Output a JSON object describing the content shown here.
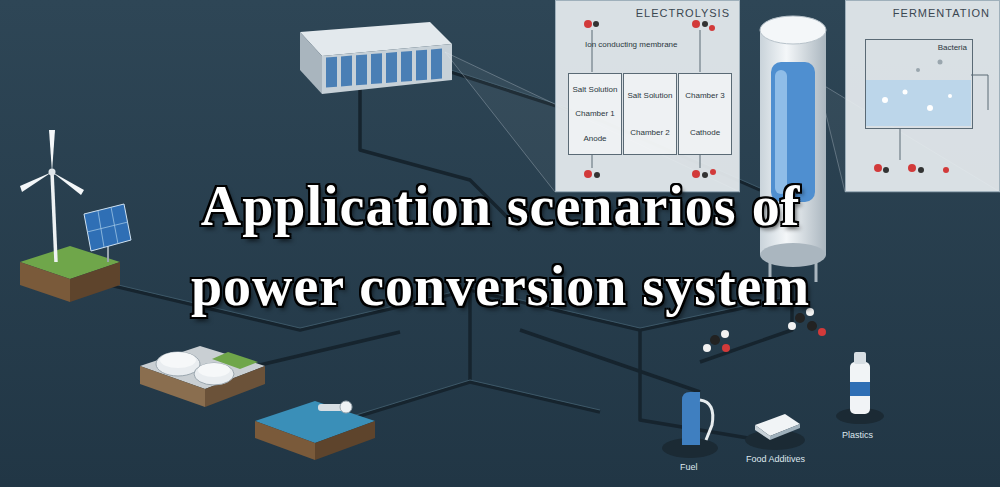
{
  "diagram": {
    "title": "Application scenarios of power conversion system",
    "nodes": [
      {
        "text": [
          "ELECTROLYSIS"
        ]
      },
      {
        "text": [
          "Salt Solution",
          "Chamber 1",
          "Anode"
        ],
        "in": 0
      },
      {
        "text": [
          "Salt Solution",
          "Chamber 2"
        ],
        "in": 0
      },
      {
        "text": [
          "Chamber 3",
          "Cathode"
        ],
        "in": 0
      },
      {
        "text": [
          "FERMENTATION"
        ]
      },
      {
        "text": [
          "Bacteria"
        ],
        "in": 4
      }
    ],
    "labels": [
      "Ion conducting membrane",
      "Fuel",
      "Food Additives",
      "Plastics"
    ]
  }
}
